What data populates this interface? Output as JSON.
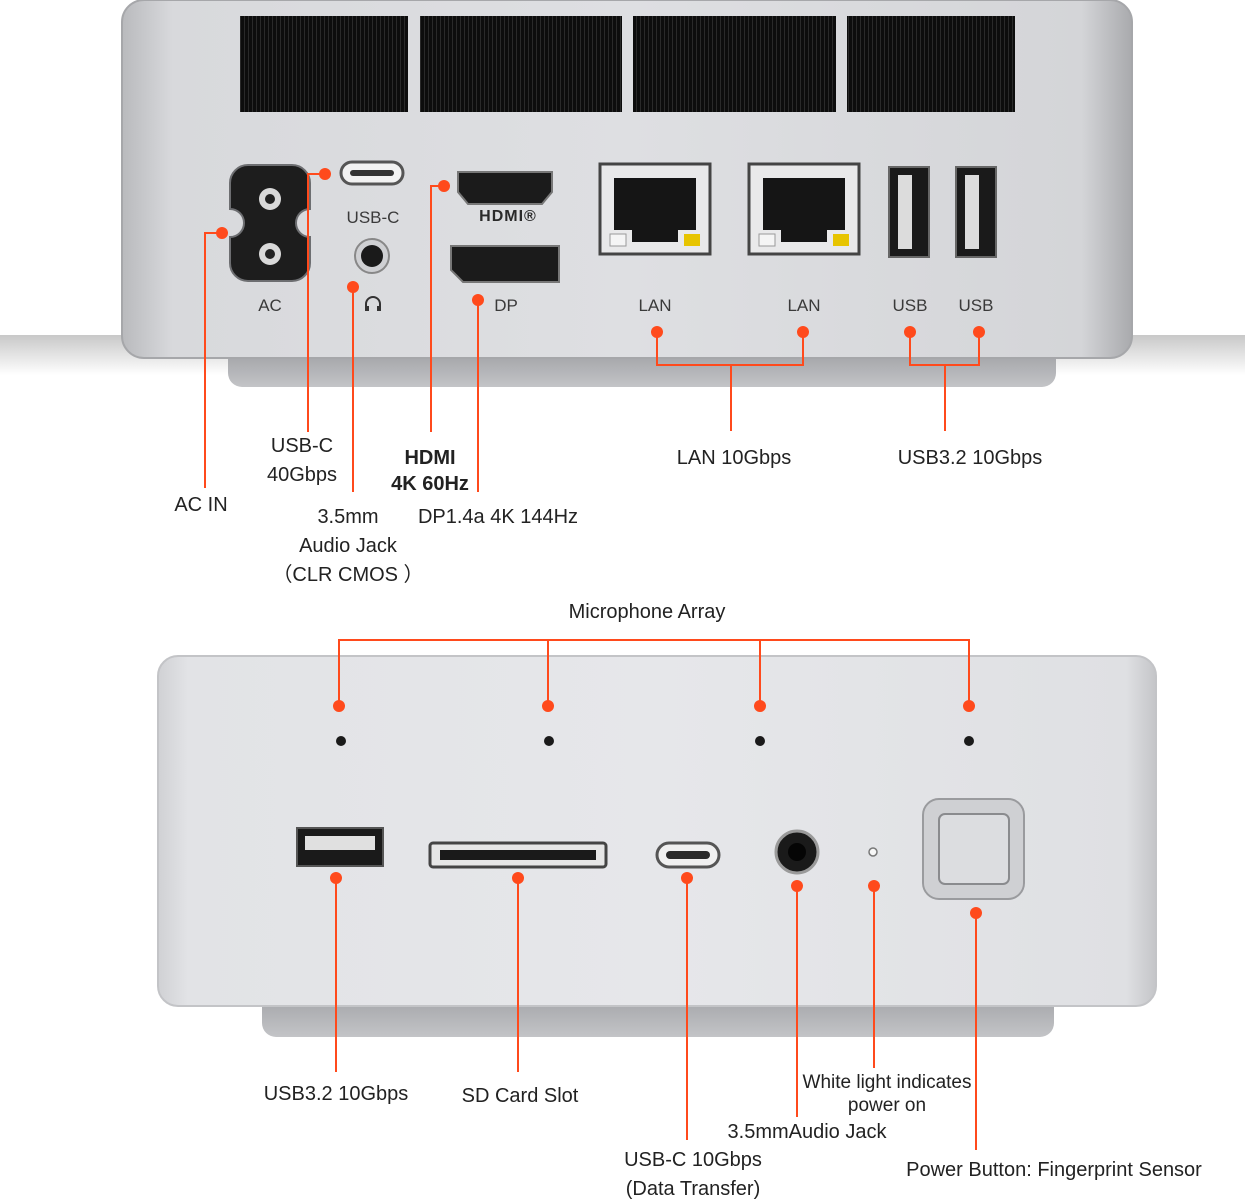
{
  "colors": {
    "callout": "#ff4a1c",
    "body_light": "#dcdde0",
    "vent": "#111111"
  },
  "rear_panel": {
    "port_labels": {
      "ac": "AC",
      "usbc": "USB-C",
      "headset_icon": "headset-icon",
      "dp": "DP",
      "hdmi_logo": "HDMI®",
      "lan1": "LAN",
      "lan2": "LAN",
      "usb1": "USB",
      "usb2": "USB"
    },
    "callouts": {
      "ac_in": "AC IN",
      "usbc_line1": "USB-C",
      "usbc_line2": "40Gbps",
      "audio_line1": "3.5mm",
      "audio_line2": "Audio Jack",
      "audio_line3": "（CLR CMOS ）",
      "hdmi_line1": "HDMI",
      "hdmi_line2": "4K 60Hz",
      "dp": "DP1.4a 4K 144Hz",
      "lan": "LAN 10Gbps",
      "usb": "USB3.2 10Gbps"
    }
  },
  "front_panel": {
    "mic_title": "Microphone Array",
    "callouts": {
      "usb": "USB3.2 10Gbps",
      "sd": "SD Card Slot",
      "usbc_line1": "USB-C 10Gbps",
      "usbc_line2": "(Data Transfer)",
      "audio": "3.5mmAudio Jack",
      "light_line1": "White light indicates",
      "light_line2": "power on",
      "power": "Power Button: Fingerprint Sensor"
    }
  }
}
